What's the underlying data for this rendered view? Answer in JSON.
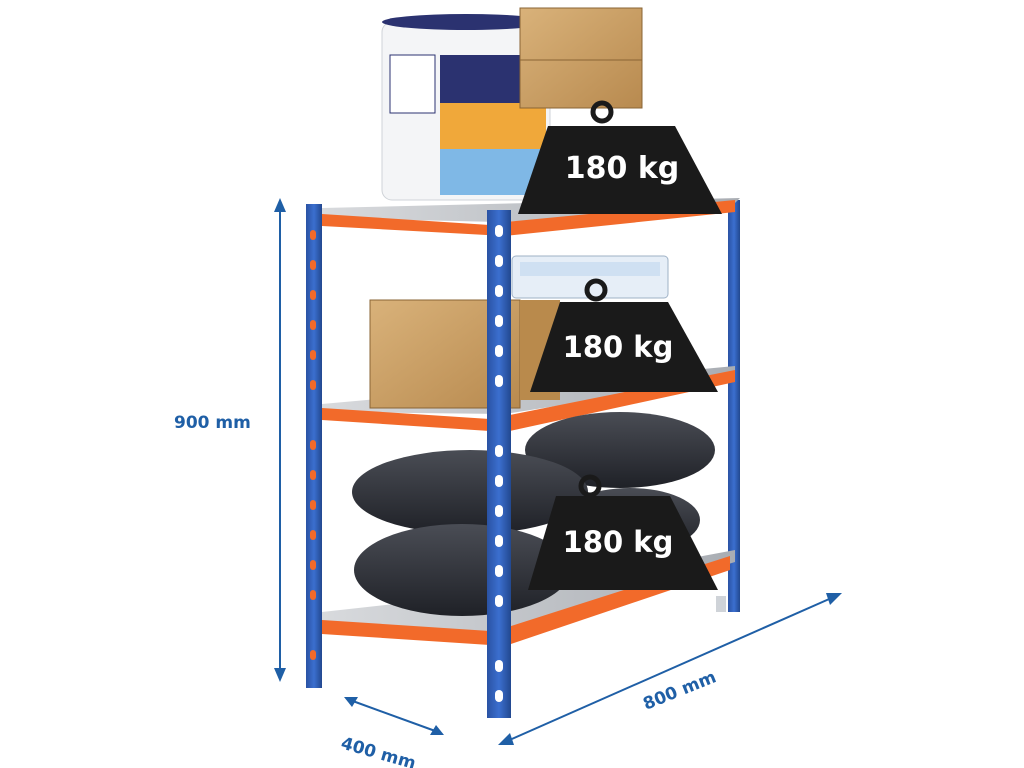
{
  "dimensions": {
    "height_label": "900 mm",
    "depth_label": "400 mm",
    "width_label": "800 mm"
  },
  "weights": {
    "top_label": "180 kg",
    "middle_label": "180 kg",
    "bottom_label": "180 kg"
  },
  "colors": {
    "upright": "#2f5db5",
    "beam": "#f26a2a",
    "dimension_text": "#1f5fa6",
    "weight_block": "#1a1a1a"
  }
}
